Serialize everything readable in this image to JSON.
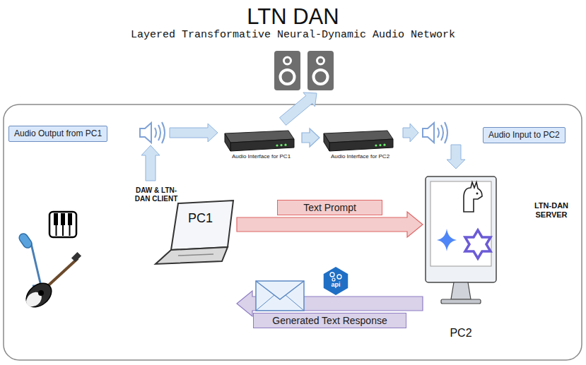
{
  "diagram": {
    "title": "LTN DAN",
    "nodes": [
      {
        "text": [
          "Audio Output from PC1"
        ]
      },
      {
        "text": [
          "Audio Interface for PC1"
        ]
      },
      {
        "text": [
          "Audio Interface for PC2"
        ]
      },
      {
        "text": [
          "Audio Input to PC2"
        ]
      },
      {
        "text": [
          "PC1",
          "DAW & LTN-DAN CLIENT"
        ]
      },
      {
        "text": [
          "PC2",
          "LTN-DAN SERVER"
        ]
      }
    ],
    "edges": [
      {
        "from": 1,
        "to": 2,
        "arrow": "to"
      },
      {
        "from": 4,
        "to": 5,
        "label": "Text Prompt",
        "arrow": "to"
      },
      {
        "from": 5,
        "to": 4,
        "label": "Generated Text Response",
        "arrow": "to"
      }
    ],
    "labels": [
      "Layered Transformative Neural-Dynamic Audio Network",
      "api"
    ]
  }
}
